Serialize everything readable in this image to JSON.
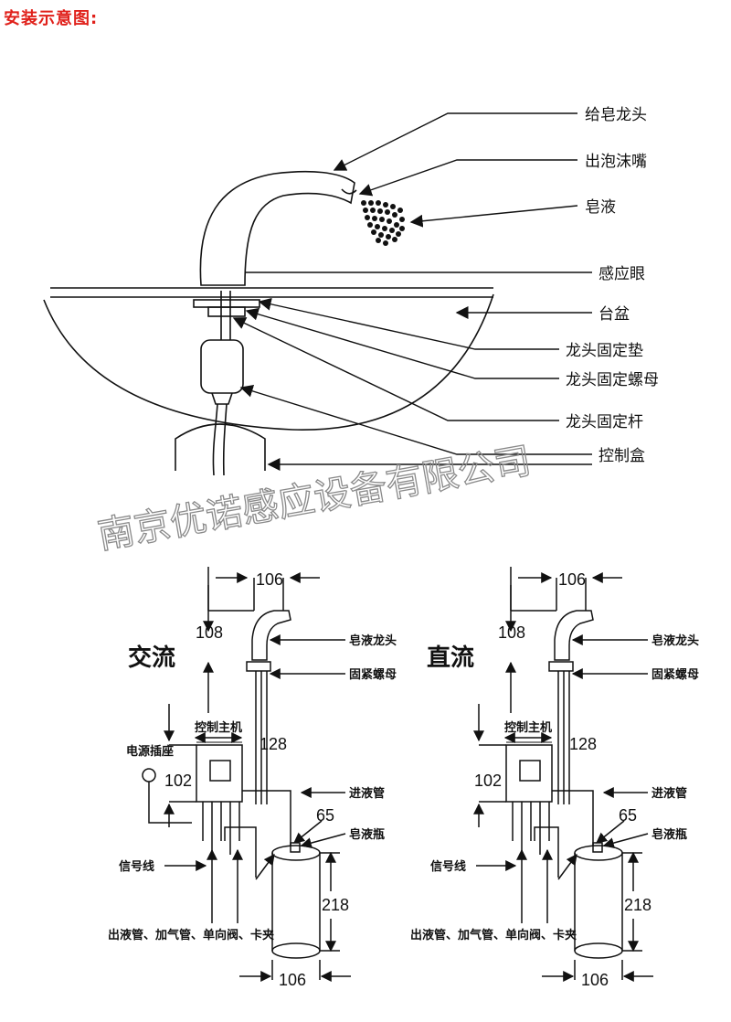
{
  "title": "安装示意图:",
  "top_labels": {
    "soap_faucet": "给皂龙头",
    "foam_nozzle": "出泡沫嘴",
    "soap_liquid": "皂液",
    "sensor_eye": "感应眼",
    "basin": "台盆",
    "fixing_pad": "龙头固定垫",
    "fixing_nut": "龙头固定螺母",
    "fixing_rod": "龙头固定杆",
    "control_box": "控制盒"
  },
  "watermark": "南京优诺感应设备有限公司",
  "ac_panel": {
    "title": "交流",
    "dim_top": "106",
    "dim_height": "108",
    "dim_box_w": "128",
    "dim_box_h": "102",
    "dim_bottle_cap": "65",
    "dim_bottle_h": "218",
    "dim_bottle_w": "106",
    "faucet": "皂液龙头",
    "nut": "固紧螺母",
    "controller": "控制主机",
    "power_socket": "电源插座",
    "inlet": "进液管",
    "bottle": "皂液瓶",
    "signal": "信号线",
    "pipes": "出液管、加气管、单向阀、卡夹"
  },
  "dc_panel": {
    "title": "直流",
    "dim_top": "106",
    "dim_height": "108",
    "dim_box_w": "128",
    "dim_box_h": "102",
    "dim_bottle_cap": "65",
    "dim_bottle_h": "218",
    "dim_bottle_w": "106",
    "faucet": "皂液龙头",
    "nut": "固紧螺母",
    "controller": "控制主机",
    "inlet": "进液管",
    "bottle": "皂液瓶",
    "signal": "信号线",
    "pipes": "出液管、加气管、单向阀、卡夹"
  }
}
